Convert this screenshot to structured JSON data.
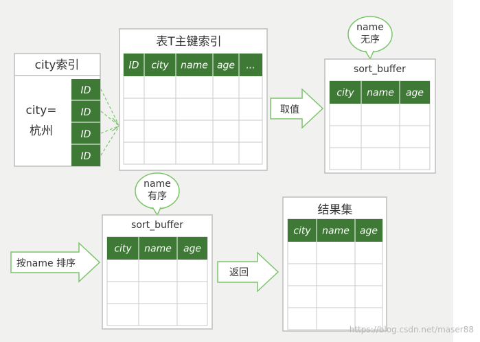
{
  "city_index": {
    "title": "city索引",
    "condition_line1": "city=",
    "condition_line2": "杭州",
    "ids": [
      "ID",
      "ID",
      "ID",
      "ID"
    ]
  },
  "primary_index": {
    "title": "表T主键索引",
    "headers": [
      "ID",
      "city",
      "name",
      "age",
      "..."
    ]
  },
  "sort_buffer_unsorted": {
    "title": "sort_buffer",
    "bubble_line1": "name",
    "bubble_line2": "无序",
    "headers": [
      "city",
      "name",
      "age"
    ]
  },
  "fetch_arrow": {
    "label": "取值"
  },
  "sort_buffer_sorted": {
    "title": "sort_buffer",
    "bubble_line1": "name",
    "bubble_line2": "有序",
    "headers": [
      "city",
      "name",
      "age"
    ]
  },
  "sort_arrow": {
    "label": "按name 排序"
  },
  "return_arrow": {
    "label": "返回"
  },
  "result_set": {
    "title": "结果集",
    "headers": [
      "city",
      "name",
      "age"
    ]
  },
  "watermark": "https://blog.csdn.net/maser88",
  "colors": {
    "green": "#3e7a35",
    "light_green_stroke": "#7cc46b",
    "grid": "#c8c8c8",
    "panel_border": "#bdbdbd"
  }
}
